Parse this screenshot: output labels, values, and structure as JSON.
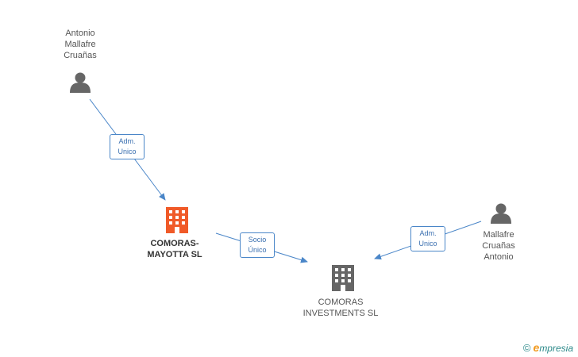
{
  "nodes": [
    {
      "id": "antonio-mallafre",
      "type": "person",
      "label": "Antonio\nMallafre\nCruañas",
      "color": "#666666"
    },
    {
      "id": "comoras-mayotta",
      "type": "company",
      "label": "COMORAS-\nMAYOTTA SL",
      "color": "#f05a28",
      "highlight": true
    },
    {
      "id": "comoras-investments",
      "type": "company",
      "label": "COMORAS\nINVESTMENTS SL",
      "color": "#666666"
    },
    {
      "id": "mallafre-antonio",
      "type": "person",
      "label": "Mallafre\nCruañas\nAntonio",
      "color": "#666666"
    }
  ],
  "edges": [
    {
      "from": "antonio-mallafre",
      "to": "comoras-mayotta",
      "label": "Adm.\nUnico"
    },
    {
      "from": "comoras-mayotta",
      "to": "comoras-investments",
      "label": "Socio\nÚnico"
    },
    {
      "from": "mallafre-antonio",
      "to": "comoras-investments",
      "label": "Adm.\nUnico"
    }
  ],
  "edge_color": "#4a86c8",
  "brand": {
    "copyright": "©",
    "e": "e",
    "rest": "mpresia"
  }
}
